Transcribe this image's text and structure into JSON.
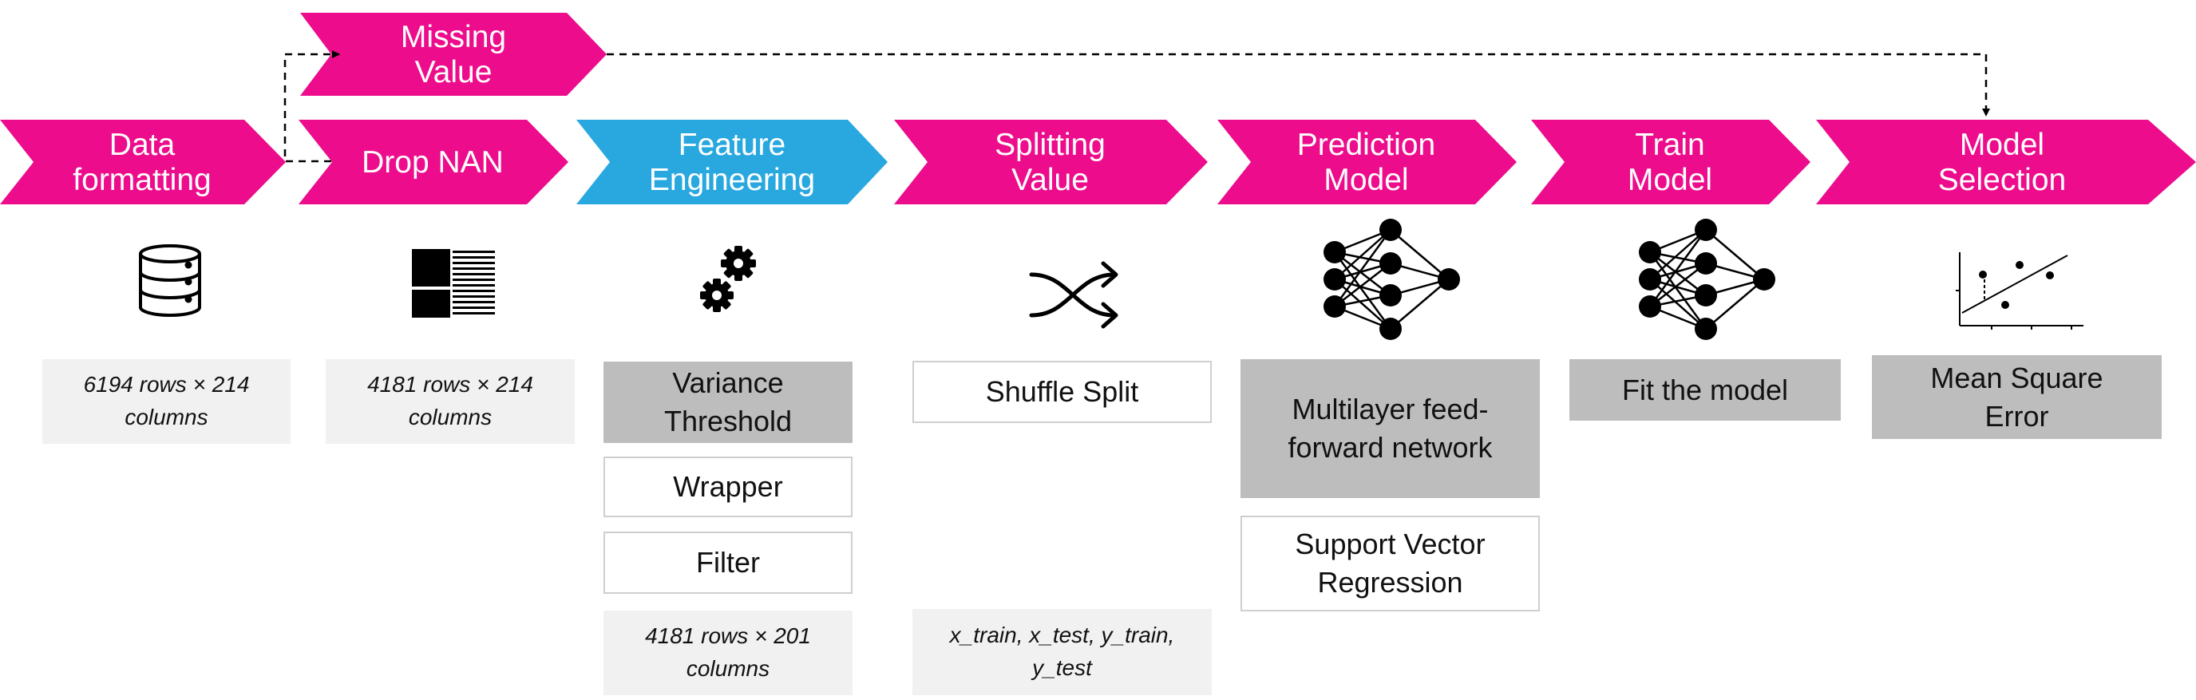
{
  "colors": {
    "pink": "#ec0c8c",
    "blue": "#29a8e0",
    "gray_box": "#bdbdbd",
    "light_box": "#f1f1f1",
    "icon": "#000000"
  },
  "steps": [
    {
      "label_lines": [
        "Data",
        "formatting"
      ],
      "color": "pink"
    },
    {
      "label_lines": [
        "Drop NAN"
      ],
      "color": "pink"
    },
    {
      "label_lines": [
        "Feature",
        "Engineering"
      ],
      "color": "blue"
    },
    {
      "label_lines": [
        "Splitting",
        "Value"
      ],
      "color": "pink"
    },
    {
      "label_lines": [
        "Prediction",
        "Model"
      ],
      "color": "pink"
    },
    {
      "label_lines": [
        "Train",
        "Model"
      ],
      "color": "pink"
    },
    {
      "label_lines": [
        "Model",
        "Selection"
      ],
      "color": "pink"
    }
  ],
  "missing_value": {
    "label_lines": [
      "Missing",
      "Value"
    ],
    "color": "pink"
  },
  "icons": [
    "database-icon",
    "data-matrix-icon",
    "gears-icon",
    "shuffle-icon",
    "neural-network-icon",
    "neural-network-icon",
    "scatter-plot-icon"
  ],
  "boxes": {
    "data_formatting_rows": "6194 rows × 214 columns",
    "drop_nan_rows": "4181 rows × 214 columns",
    "variance_threshold": "Variance Threshold",
    "wrapper": "Wrapper",
    "filter": "Filter",
    "feature_rows": "4181 rows × 201 columns",
    "shuffle_split": "Shuffle Split",
    "split_outputs": "x_train, x_test, y_train, y_test",
    "mlp": "Multilayer feed-forward network",
    "svr": "Support Vector Regression",
    "fit_model": "Fit the model",
    "mse": "Mean Square Error"
  }
}
